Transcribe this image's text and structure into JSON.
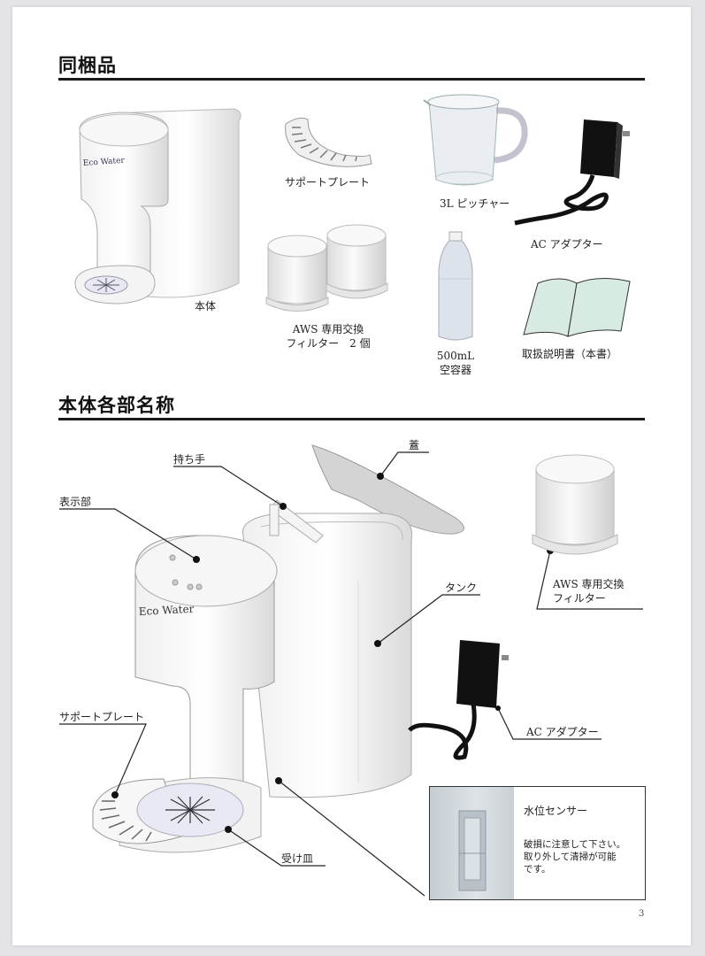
{
  "page": {
    "number": "3",
    "background": "#ffffff",
    "accent": "#1a1a1a"
  },
  "contents_section": {
    "title": "同梱品",
    "items": [
      {
        "id": "main-unit",
        "label": "本体",
        "icon": "water-dispenser-illustration"
      },
      {
        "id": "support-plate",
        "label": "サポートプレート",
        "icon": "curved-plate-illustration"
      },
      {
        "id": "filters",
        "label_line1": "AWS 専用交換",
        "label_line2": "フィルター　2 個",
        "icon": "cylinder-filter-illustration"
      },
      {
        "id": "pitcher",
        "label": "3L ピッチャー",
        "icon": "pitcher-illustration"
      },
      {
        "id": "bottle",
        "label_line1": "500mL",
        "label_line2": "空容器",
        "icon": "bottle-illustration"
      },
      {
        "id": "ac-adapter",
        "label": "AC アダプター",
        "icon": "ac-adapter-illustration"
      },
      {
        "id": "manual",
        "label": "取扱説明書（本書）",
        "icon": "open-book-illustration"
      }
    ]
  },
  "parts_section": {
    "title": "本体各部名称",
    "callouts": {
      "display": "表示部",
      "handle": "持ち手",
      "lid": "蓋",
      "tank": "タンク",
      "filter_line1": "AWS 専用交換",
      "filter_line2": "フィルター",
      "support_plate": "サポートプレート",
      "ac_adapter": "AC アダプター",
      "drip_tray": "受け皿"
    },
    "brand_on_unit": "Eco Water",
    "info_box": {
      "title": "水位センサー",
      "line1": "破損に注意して下さい。",
      "line2": "取り外して清掃が可能",
      "line3": "です。"
    }
  }
}
